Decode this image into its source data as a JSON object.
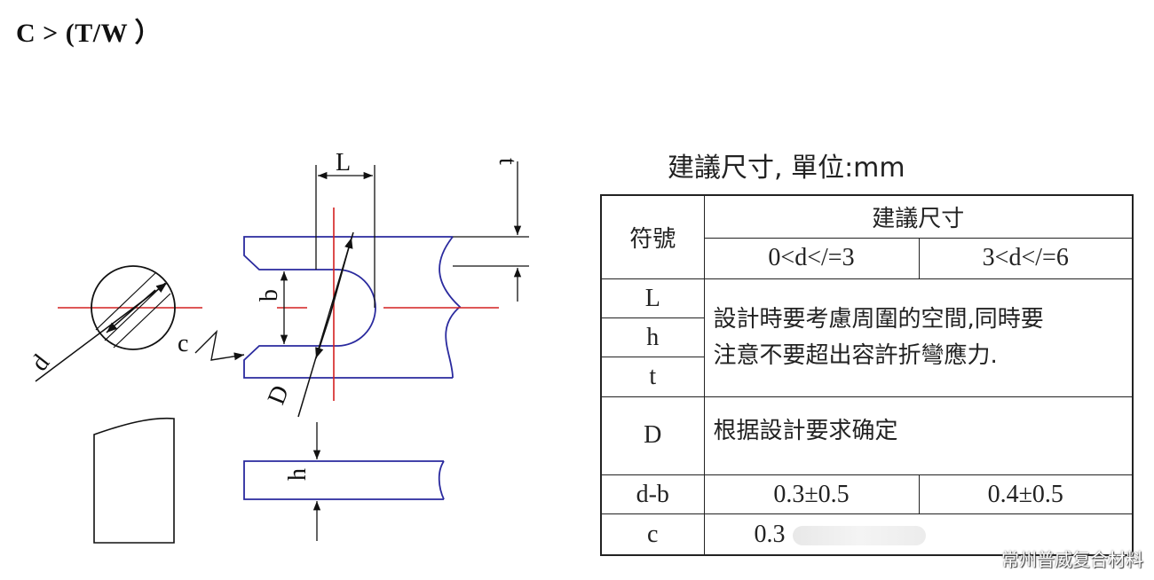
{
  "heading": "C > (T/W ）",
  "drawing": {
    "labels": {
      "L": "L",
      "t": "t",
      "b": "b",
      "c": "c",
      "d": "d",
      "D": "D",
      "h": "h"
    },
    "colors": {
      "outline": "#2a2a9e",
      "centerline": "#d42020",
      "dimension": "#111111"
    }
  },
  "table": {
    "caption": "建議尺寸, 單位:mm",
    "header": {
      "symbol": "符號",
      "recommended": "建議尺寸",
      "range_1": "0<d</=3",
      "range_2": "3<d</=6"
    },
    "rows": {
      "L": "L",
      "h": "h",
      "t": "t",
      "lht_note_line1": "設計時要考慮周圍的空間,同時要",
      "lht_note_line2": "注意不要超出容許折彎應力.",
      "D": "D",
      "D_note": "根据設計要求确定",
      "db": "d-b",
      "db_value_1": "0.3±0.5",
      "db_value_2": "0.4±0.5",
      "c": "c",
      "c_value": "0.3"
    }
  },
  "watermark": "常州普威复合材料"
}
